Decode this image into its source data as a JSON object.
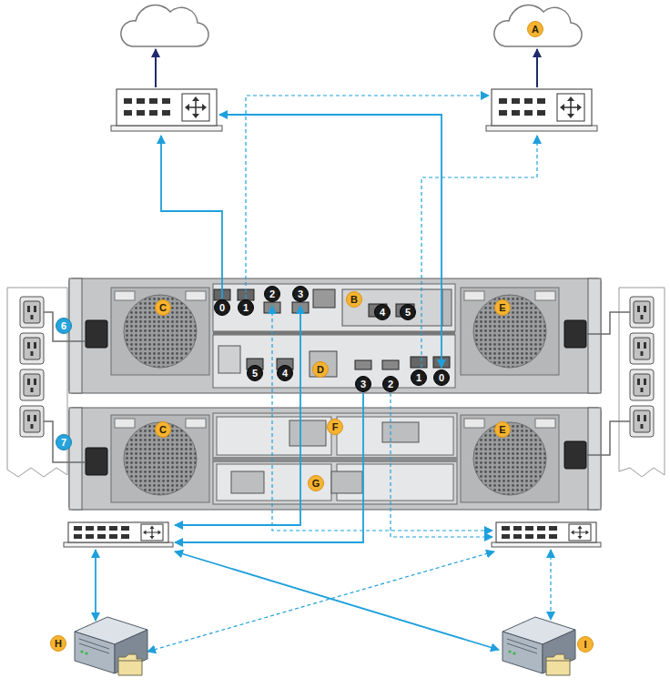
{
  "diagram": {
    "nodes": [
      {
        "text": [
          "A"
        ]
      },
      {
        "text": [
          "C"
        ]
      },
      {
        "text": [
          "0"
        ]
      },
      {
        "text": [
          "1"
        ]
      },
      {
        "text": [
          "2"
        ]
      },
      {
        "text": [
          "3"
        ]
      },
      {
        "text": [
          "B"
        ]
      },
      {
        "text": [
          "4"
        ]
      },
      {
        "text": [
          "5"
        ]
      },
      {
        "text": [
          "E"
        ]
      },
      {
        "text": [
          "6"
        ]
      },
      {
        "text": [
          "D"
        ]
      },
      {
        "text": [
          "5"
        ]
      },
      {
        "text": [
          "4"
        ]
      },
      {
        "text": [
          "1"
        ]
      },
      {
        "text": [
          "0"
        ]
      },
      {
        "text": [
          "3"
        ]
      },
      {
        "text": [
          "2"
        ]
      },
      {
        "text": [
          "F"
        ]
      },
      {
        "text": [
          "C"
        ]
      },
      {
        "text": [
          "E"
        ]
      },
      {
        "text": [
          "7"
        ]
      },
      {
        "text": [
          "G"
        ]
      },
      {
        "text": [
          "H"
        ]
      },
      {
        "text": [
          "I"
        ]
      }
    ]
  }
}
